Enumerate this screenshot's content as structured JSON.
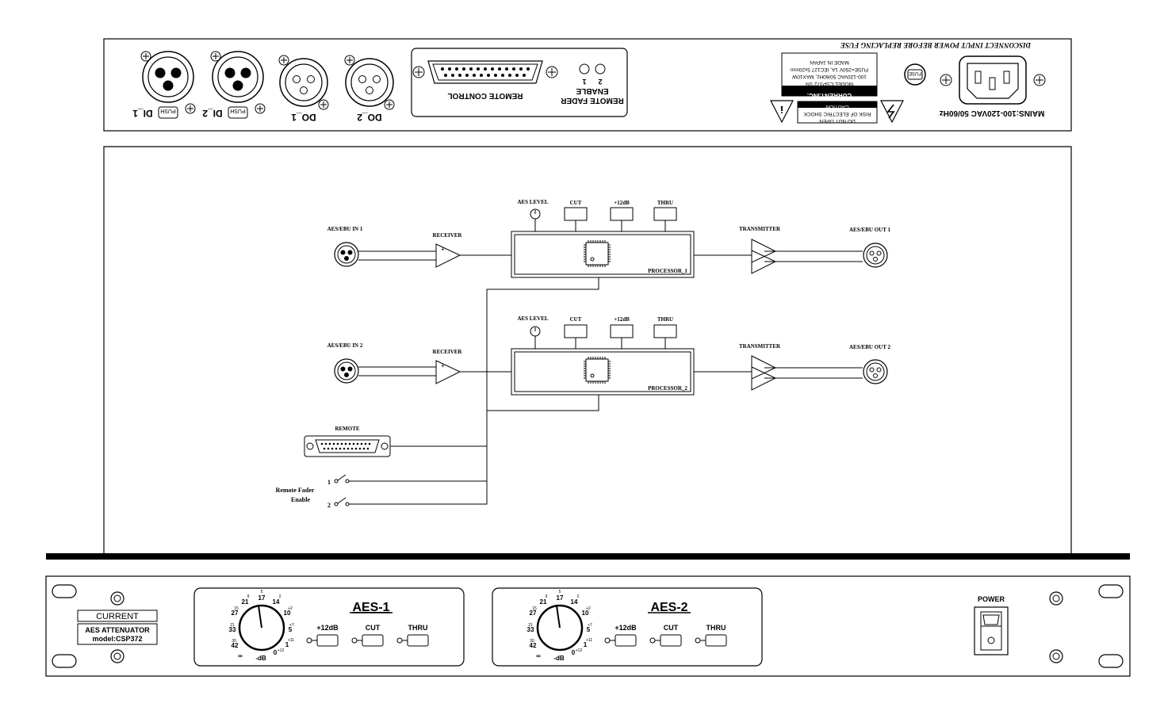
{
  "rear_panel": {
    "warning_top": "DISCONNECT INPUT POWER BEFORE REPLACING FUSE",
    "mains_label": "MAINS:100-120VAC 50/60Hz",
    "fuse_label": "FUSE",
    "company": "CURRENT.INC.",
    "model_sn": "MODEL:CSP372 SN",
    "rating": "100-120VAC 50/60Hz, MAX10W",
    "fuse_spec": "FUSE=250V 1A, IEC127 5x20mm",
    "made_in": "MADE IN JAPAN",
    "caution": "CAUTION",
    "risk": "RISK OF ELECTRIC SHOCK",
    "do_not_open": "DO NOT OPEN",
    "remote_fader_enable_1": "REMOTE FADER",
    "remote_fader_enable_2": "ENABLE",
    "switch_1": "1",
    "switch_2": "2",
    "remote_control": "REMOTE CONTROL",
    "connectors": [
      "DI_1",
      "DI_2",
      "DO_1",
      "DO_2"
    ],
    "push": "PUSH"
  },
  "diagram": {
    "in1": "AES/EBU IN 1",
    "in2": "AES/EBU IN 2",
    "out1": "AES/EBU OUT 1",
    "out2": "AES/EBU OUT 2",
    "receiver": "RECEIVER",
    "transmitter": "TRANSMITTER",
    "aes_level": "AES LEVEL",
    "cut": "CUT",
    "plus12db": "+12dB",
    "thru": "THRU",
    "processor1": "PROCESSOR_1",
    "processor2": "PROCESSOR_2",
    "remote": "REMOTE",
    "remote_fader_1": "Remote Fader",
    "remote_fader_2": "Enable",
    "sw1": "1",
    "sw2": "2"
  },
  "front_panel": {
    "brand": "CURRENT",
    "product": "AES ATTENUATOR",
    "model": "model:CSP372",
    "power": "POWER",
    "channels": [
      {
        "title": "AES-1",
        "buttons": [
          "+12dB",
          "CUT",
          "THRU"
        ]
      },
      {
        "title": "AES-2",
        "buttons": [
          "+12dB",
          "CUT",
          "THRU"
        ]
      }
    ],
    "dial_major": [
      "42",
      "33",
      "27",
      "21",
      "17",
      "14",
      "10",
      "5",
      "1",
      "0"
    ],
    "dial_minor": [
      "30",
      "21",
      "15",
      "9",
      "5",
      "2",
      "+2",
      "+7",
      "+11",
      "+12"
    ],
    "dial_inf": "∞",
    "dial_unit": "-dB"
  }
}
